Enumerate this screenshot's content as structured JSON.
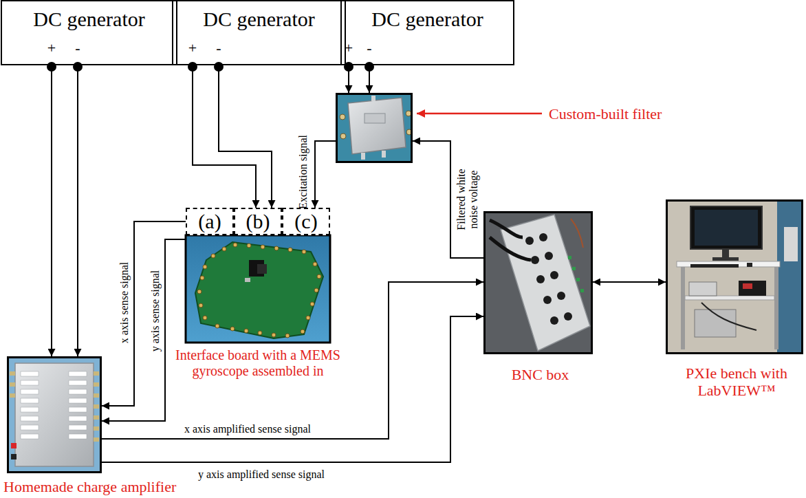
{
  "diagram": {
    "nodes": [
      {
        "text": [
          "DC generator"
        ]
      },
      {
        "text": [
          "DC generator"
        ]
      },
      {
        "text": [
          "DC generator"
        ]
      },
      {
        "text": [
          "Custom-built filter"
        ]
      },
      {
        "text": [
          "Interface board with a MEMS gyroscope assembled in"
        ]
      },
      {
        "text": [
          "(a)"
        ],
        "in": 4
      },
      {
        "text": [
          "(b)"
        ],
        "in": 4
      },
      {
        "text": [
          "(c)"
        ],
        "in": 4
      },
      {
        "text": [
          "Homemade charge amplifier"
        ]
      },
      {
        "text": [
          "BNC box"
        ]
      },
      {
        "text": [
          "PXIe bench with LabVIEW™"
        ]
      }
    ],
    "edges": [
      {
        "from": 0,
        "to": 8,
        "arrow": "to"
      },
      {
        "from": 0,
        "to": 8,
        "arrow": "to"
      },
      {
        "from": 1,
        "to": 6,
        "arrow": "to"
      },
      {
        "from": 1,
        "to": 6,
        "arrow": "to"
      },
      {
        "from": 2,
        "to": 3,
        "arrow": "to"
      },
      {
        "from": 2,
        "to": 3,
        "arrow": "to"
      },
      {
        "from": 3,
        "to": 7,
        "label": "Excitation signal",
        "arrow": "to"
      },
      {
        "from": 9,
        "to": 3,
        "label": "Filtered white noise voltage",
        "arrow": "to"
      },
      {
        "from": 5,
        "to": 8,
        "label": "x axis sense signal",
        "arrow": "to"
      },
      {
        "from": 4,
        "to": 8,
        "label": "y axis sense signal",
        "arrow": "to"
      },
      {
        "from": 8,
        "to": 9,
        "label": "x axis amplified sense signal",
        "arrow": "to"
      },
      {
        "from": 8,
        "to": 9,
        "label": "y axis amplified sense signal",
        "arrow": "to"
      },
      {
        "from": 9,
        "to": 10,
        "arrow": "both"
      }
    ],
    "labels": [
      "+",
      "-",
      "+",
      "-",
      "+",
      "-"
    ]
  }
}
